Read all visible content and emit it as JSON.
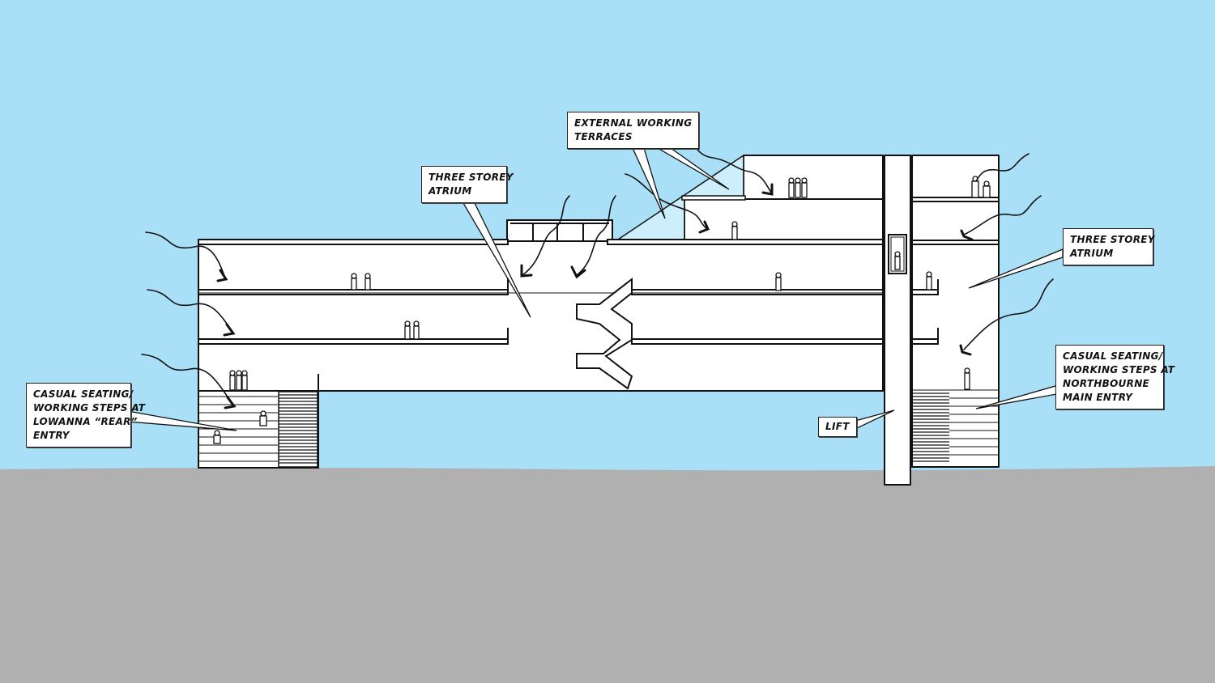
{
  "colors": {
    "sky": "#a9e0f7",
    "ground": "#b0b0b0",
    "building": "#ffffff",
    "glass": "#cdeefb",
    "line": "#111111"
  },
  "labels": {
    "external_terraces": {
      "line1": "EXTERNAL WORKING",
      "line2": "TERRACES"
    },
    "atrium_left": {
      "line1": "THREE STOREY",
      "line2": "ATRIUM"
    },
    "atrium_right": {
      "line1": "THREE STOREY",
      "line2": "ATRIUM"
    },
    "steps_left": {
      "line1": "CASUAL SEATING/",
      "line2": "WORKING STEPS AT",
      "line3": "LOWANNA “REAR”",
      "line4": "ENTRY"
    },
    "steps_right": {
      "line1": "CASUAL SEATING/",
      "line2": "WORKING STEPS AT",
      "line3": "NORTHBOURNE",
      "line4": "MAIN ENTRY"
    },
    "lift": {
      "line1": "LIFT"
    }
  }
}
